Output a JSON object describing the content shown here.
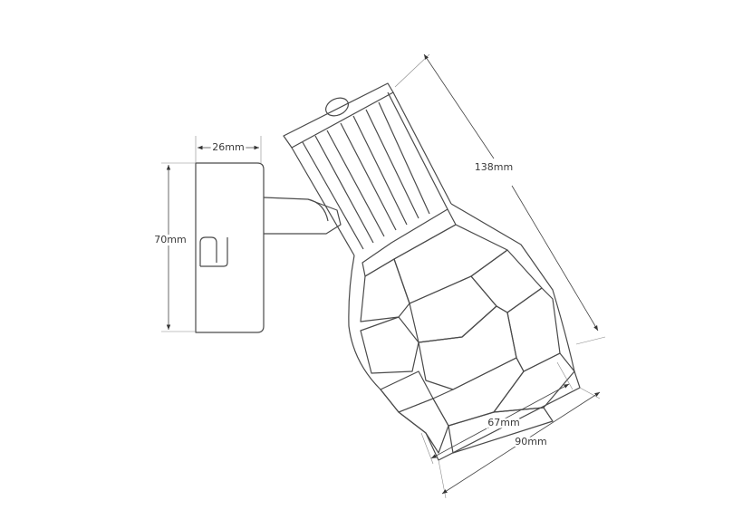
{
  "dimensions": {
    "depth": "26mm",
    "height": "70mm",
    "length": "138mm",
    "inner_width": "67mm",
    "outer_width": "90mm"
  }
}
